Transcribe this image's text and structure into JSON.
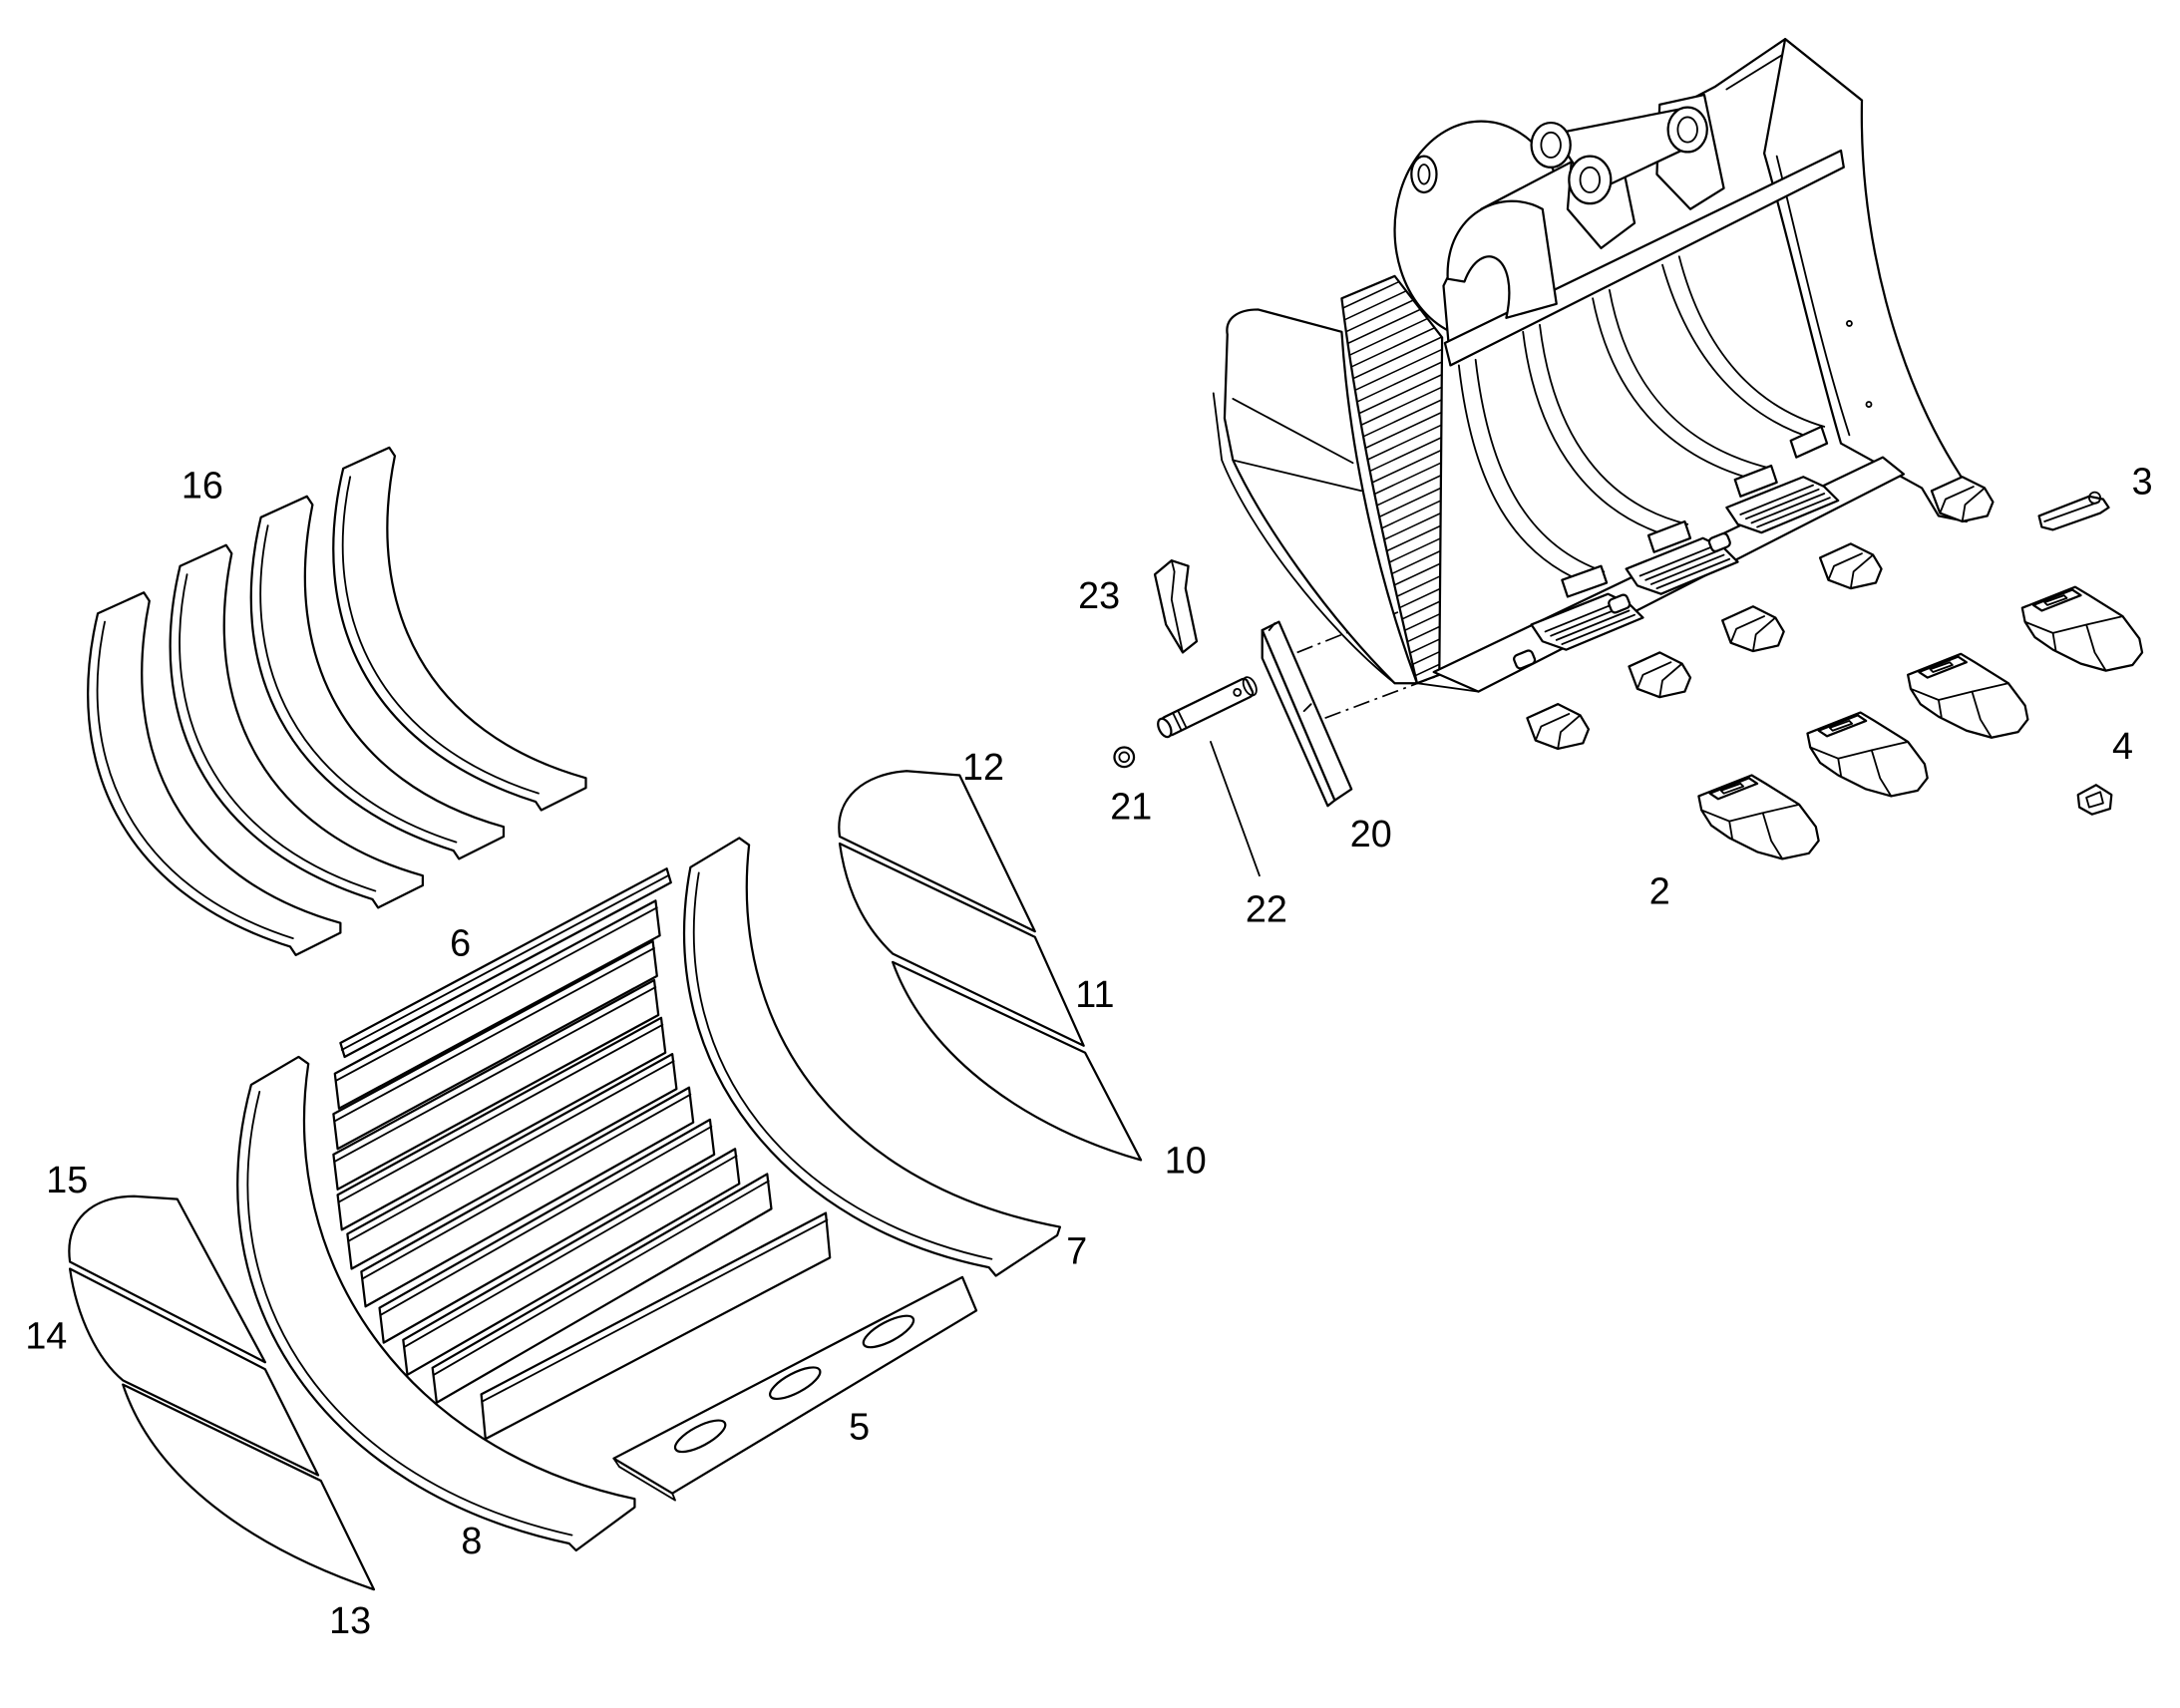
{
  "diagram": {
    "background": "#ffffff",
    "line_color": "#000000"
  },
  "part_numbers": [
    "2",
    "3",
    "4",
    "5",
    "6",
    "7",
    "8",
    "10",
    "11",
    "12",
    "13",
    "14",
    "15",
    "16",
    "20",
    "21",
    "22",
    "23"
  ]
}
